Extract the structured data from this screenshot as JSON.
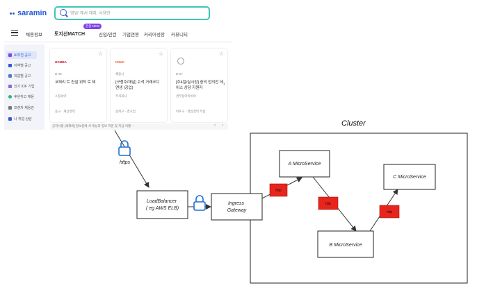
{
  "website": {
    "logo": "saramin",
    "search_placeholder": "'영업' 해서 해지, 사용만",
    "nav_items": [
      "채용정보",
      "토지선MATCH",
      "신입/인턴",
      "기업연봉",
      "커리어성장",
      "커뮤니티"
    ],
    "nav_badge": "관심 NEW",
    "sidebar_items": [
      "AI추천 공고",
      "지역별 공고",
      "직업별 공고",
      "인기 IOF 기업",
      "후원하고 채용",
      "프랜차 채용관",
      "나 취업 상담"
    ],
    "cards": [
      {
        "company_logo": "HOMBA",
        "dday": "D-46",
        "title": "코퍼리 트 컨설 위탁 로 제",
        "company": "스킬씨아",
        "meta": "용구 · 계상경력"
      },
      {
        "company_logo": "KNUC",
        "dday": "채용시",
        "title": "[구청주/채널] 수석 거래코디 앤생 (공업)",
        "company": "주식회사",
        "meta": "송파구 · 경기업"
      },
      {
        "company_logo": "",
        "dday": "D-57",
        "title": "[주4일/실시장] 중의 업의전 데이스 상담 지원자",
        "company": "경부동아이비아",
        "meta": "마포구 · 경업경력 무용"
      }
    ],
    "notice": "공지사항   [새해와] 정보중에 서 대상과 정보 지원 및 지금 어쨌 ···"
  },
  "diagram": {
    "cluster_title": "Cluster",
    "https_label": "https",
    "load_balancer": "LoadBalancer\n( eg AWS ELB)",
    "ingress": "Ingress\nGateway",
    "service_a": "A MicroService",
    "service_b": "B MicroService",
    "service_c": "C MicroService",
    "http_label": "http",
    "colors": {
      "http_box": "#e8251c",
      "lock": "#1f6fd1",
      "line": "#333333"
    }
  }
}
